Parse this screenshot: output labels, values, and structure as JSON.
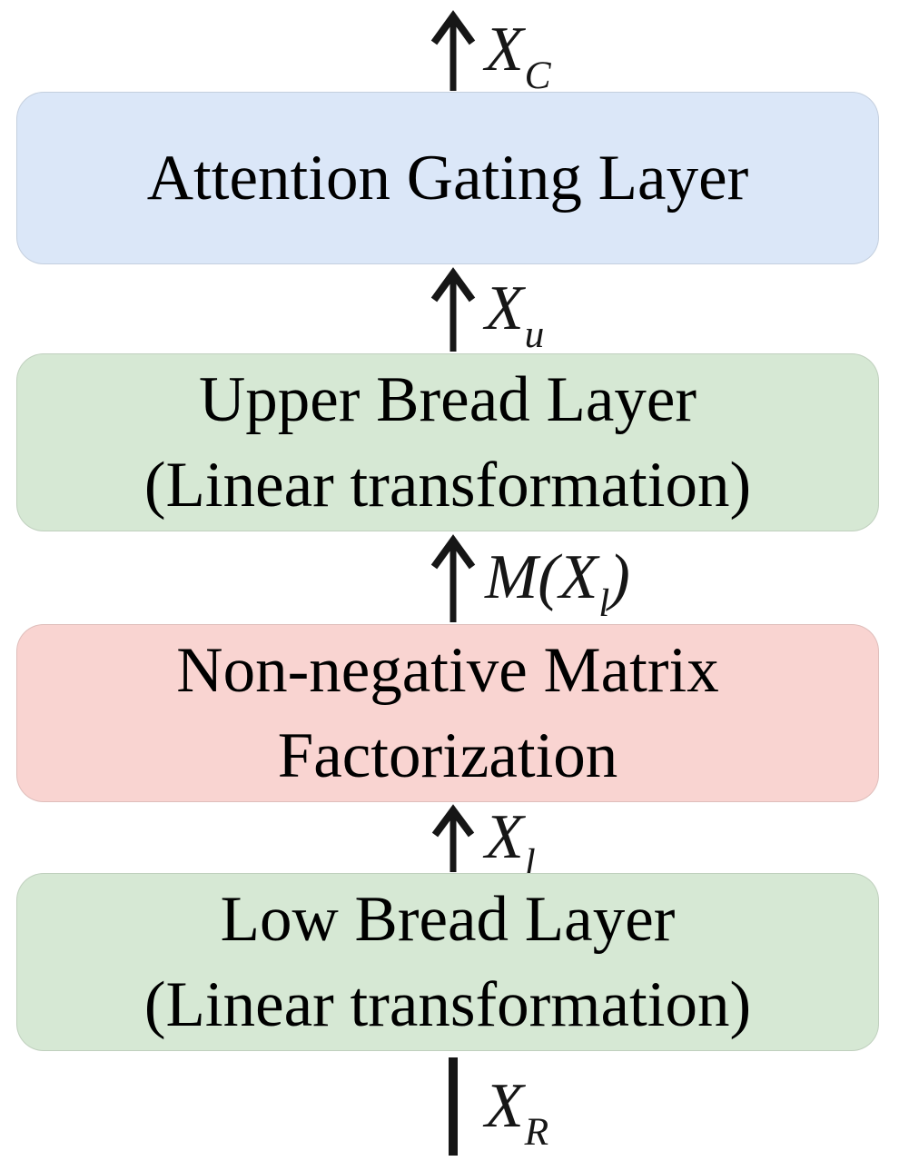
{
  "colors": {
    "background": "#ffffff",
    "ink": "#161616",
    "attention_fill": "#dbe7f8",
    "bread_fill": "#d6e8d4",
    "nmf_fill": "#f9d4d1"
  },
  "boxes": {
    "attention": {
      "title": "Attention Gating Layer"
    },
    "upper_bread": {
      "line1": "Upper Bread Layer",
      "line2": "(Linear transformation)"
    },
    "nmf": {
      "line1": "Non-negative Matrix",
      "line2": "Factorization"
    },
    "low_bread": {
      "line1": "Low Bread Layer",
      "line2": "(Linear transformation)"
    }
  },
  "connectors": {
    "output": {
      "pre": "X",
      "sub": "C",
      "post": ""
    },
    "to_attention": {
      "pre": "X",
      "sub": "u",
      "post": ""
    },
    "to_upper": {
      "pre": "M(X",
      "sub": "l",
      "post": ")"
    },
    "to_nmf": {
      "pre": "X",
      "sub": "l",
      "post": ""
    },
    "input": {
      "pre": "X",
      "sub": "R",
      "post": ""
    }
  }
}
